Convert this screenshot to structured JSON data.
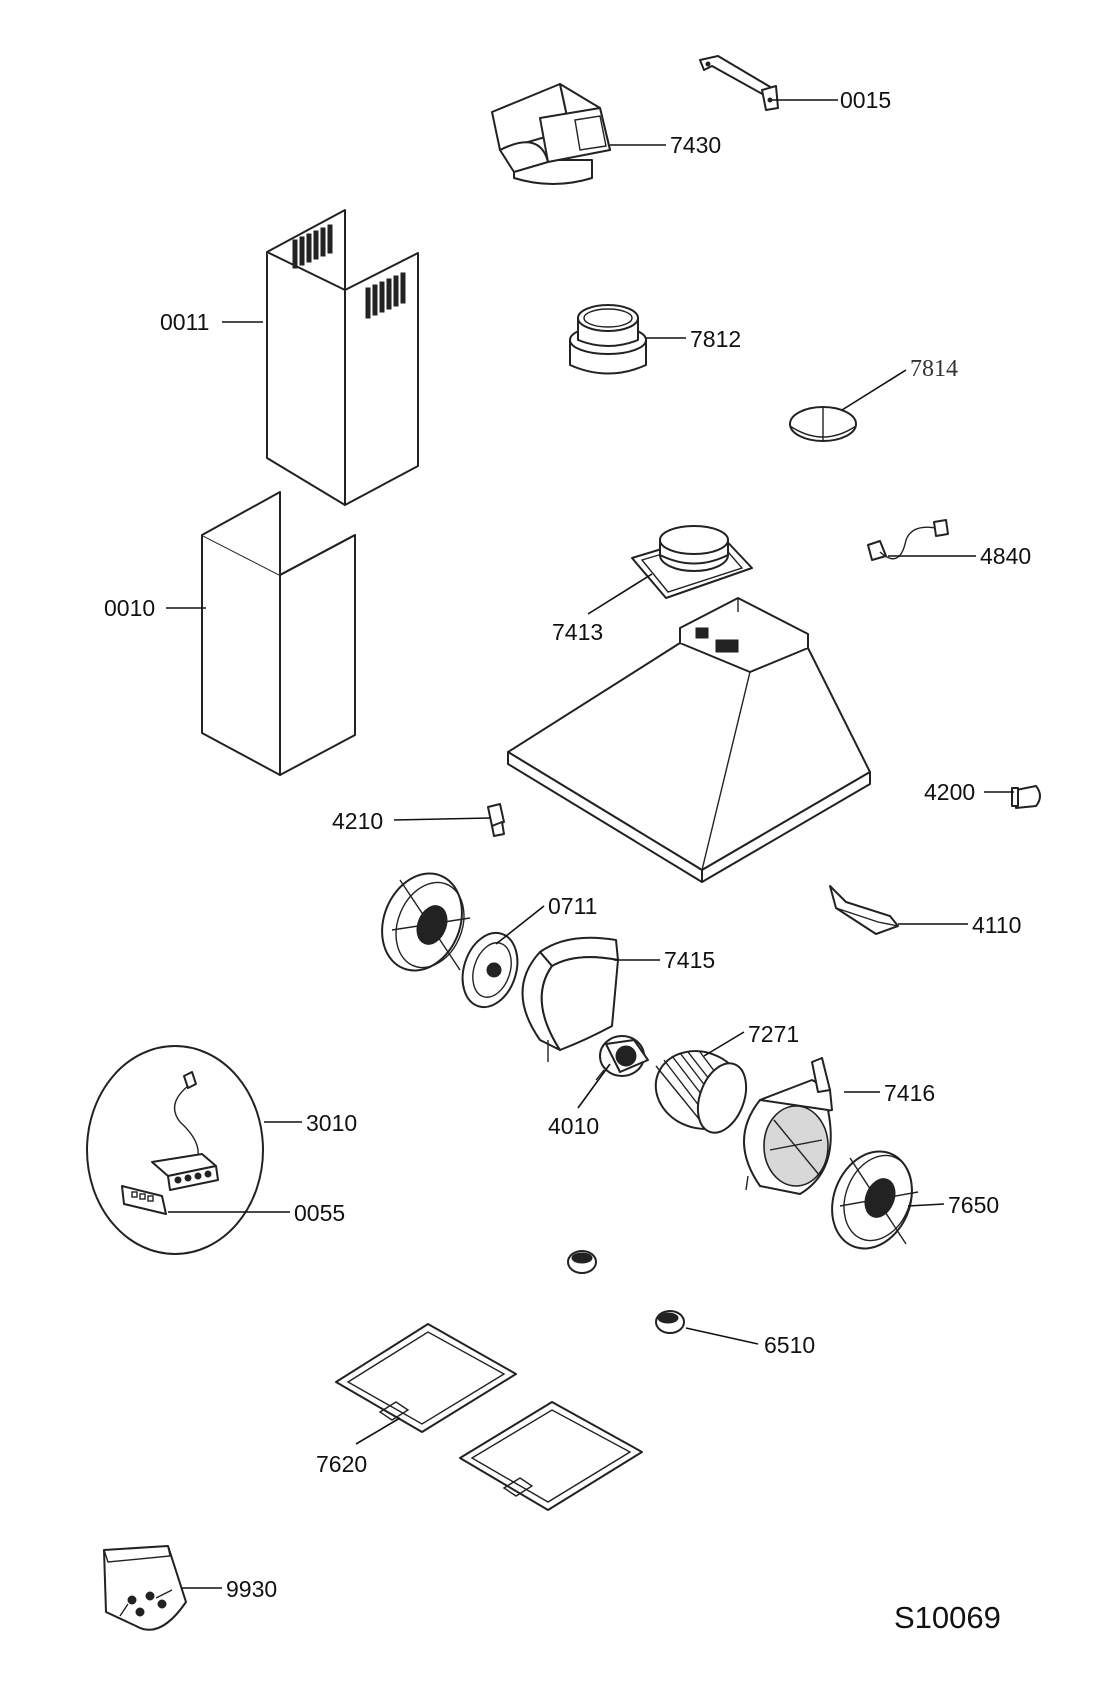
{
  "diagram_code": "S10069",
  "parts": [
    {
      "id": "p0015",
      "number": "0015"
    },
    {
      "id": "p7430",
      "number": "7430"
    },
    {
      "id": "p0011",
      "number": "0011"
    },
    {
      "id": "p7812",
      "number": "7812"
    },
    {
      "id": "p7814",
      "number": "7814"
    },
    {
      "id": "p0010",
      "number": "0010"
    },
    {
      "id": "p4840",
      "number": "4840"
    },
    {
      "id": "p7413",
      "number": "7413"
    },
    {
      "id": "p4200",
      "number": "4200"
    },
    {
      "id": "p4210",
      "number": "4210"
    },
    {
      "id": "p0711",
      "number": "0711"
    },
    {
      "id": "p4110",
      "number": "4110"
    },
    {
      "id": "p7415",
      "number": "7415"
    },
    {
      "id": "p7271",
      "number": "7271"
    },
    {
      "id": "p3010",
      "number": "3010"
    },
    {
      "id": "p7416",
      "number": "7416"
    },
    {
      "id": "p4010",
      "number": "4010"
    },
    {
      "id": "p0055",
      "number": "0055"
    },
    {
      "id": "p7650",
      "number": "7650"
    },
    {
      "id": "p6510",
      "number": "6510"
    },
    {
      "id": "p7620",
      "number": "7620"
    },
    {
      "id": "p9930",
      "number": "9930"
    }
  ]
}
